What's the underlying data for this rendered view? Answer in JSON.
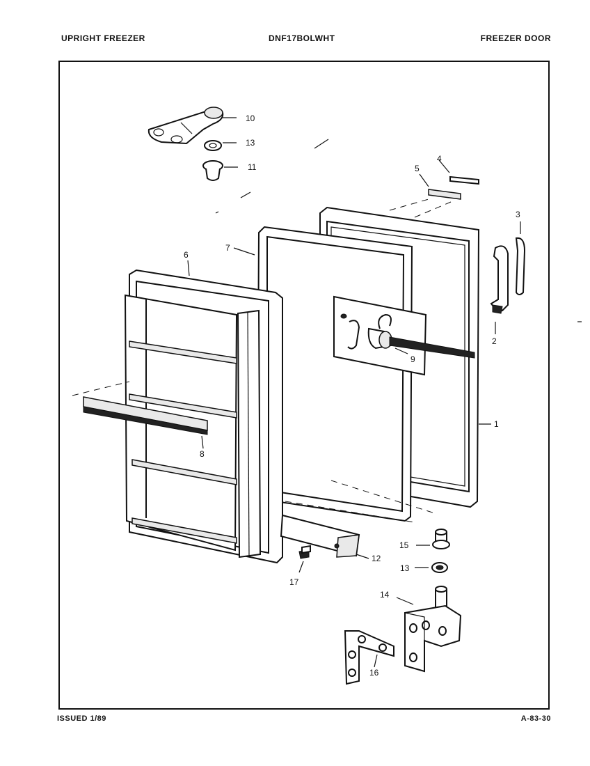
{
  "header": {
    "left": "UPRIGHT FREEZER",
    "center": "DNF17BOLWHT",
    "right": "FREEZER DOOR"
  },
  "footer": {
    "left": "ISSUED 1/89",
    "right": "A-83-30"
  },
  "callouts": {
    "c1": "1",
    "c2": "2",
    "c3": "3",
    "c4": "4",
    "c5": "5",
    "c6": "6",
    "c7": "7",
    "c8": "8",
    "c9": "9",
    "c10": "10",
    "c11": "11",
    "c12": "12",
    "c13a": "13",
    "c13b": "13",
    "c14": "14",
    "c15": "15",
    "c16": "16",
    "c17": "17"
  }
}
